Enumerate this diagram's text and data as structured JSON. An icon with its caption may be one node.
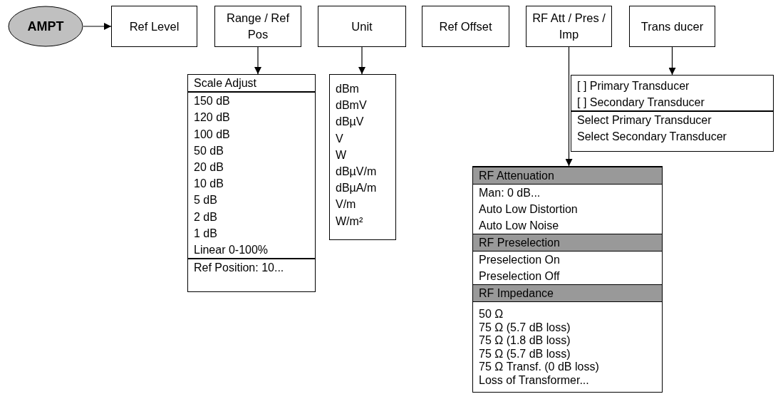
{
  "diagram": {
    "nodes": [
      {
        "text": [
          "AMPT"
        ]
      },
      {
        "text": [
          "Ref Level"
        ]
      },
      {
        "text": [
          "Range / Ref Pos"
        ]
      },
      {
        "text": [
          "Unit"
        ]
      },
      {
        "text": [
          "Ref Offset"
        ]
      },
      {
        "text": [
          "RF Att / Pres / Imp"
        ]
      },
      {
        "text": [
          "Trans ducer"
        ]
      },
      {
        "text": [
          "Scale Adjust",
          "150 dB",
          "120 dB",
          "100 dB",
          "50 dB",
          "20 dB",
          "10 dB",
          "5 dB",
          "2 dB",
          "1 dB",
          "Linear 0-100%",
          "Ref Position: 10..."
        ]
      },
      {
        "text": [
          "dBm",
          "dBmV",
          "dBµV",
          "V",
          "W",
          "dBµV/m",
          "dBµA/m",
          "V/m",
          "W/m²"
        ]
      },
      {
        "text": [
          "[  ] Primary Transducer",
          "[  ] Secondary Transducer",
          "Select Primary Transducer",
          "Select Secondary Transducer"
        ]
      },
      {
        "text": [
          "RF Attenuation",
          "Man: 0 dB...",
          "Auto Low Distortion",
          "Auto Low Noise",
          "RF Preselection",
          "Preselection On",
          "Preselection Off",
          "RF Impedance",
          "50 Ω",
          "75 Ω (5.7 dB loss)",
          "75 Ω (1.8 dB loss)",
          "75 Ω (5.7 dB loss)",
          "75 Ω Transf. (0 dB loss)",
          "Loss of Transformer..."
        ]
      }
    ],
    "edges": [
      {
        "from": 0,
        "to": 1,
        "arrow": "to"
      },
      {
        "from": 2,
        "to": 7,
        "arrow": "to"
      },
      {
        "from": 3,
        "to": 8,
        "arrow": "to"
      },
      {
        "from": 5,
        "to": 10,
        "arrow": "to"
      },
      {
        "from": 6,
        "to": 9,
        "arrow": "to"
      }
    ]
  }
}
